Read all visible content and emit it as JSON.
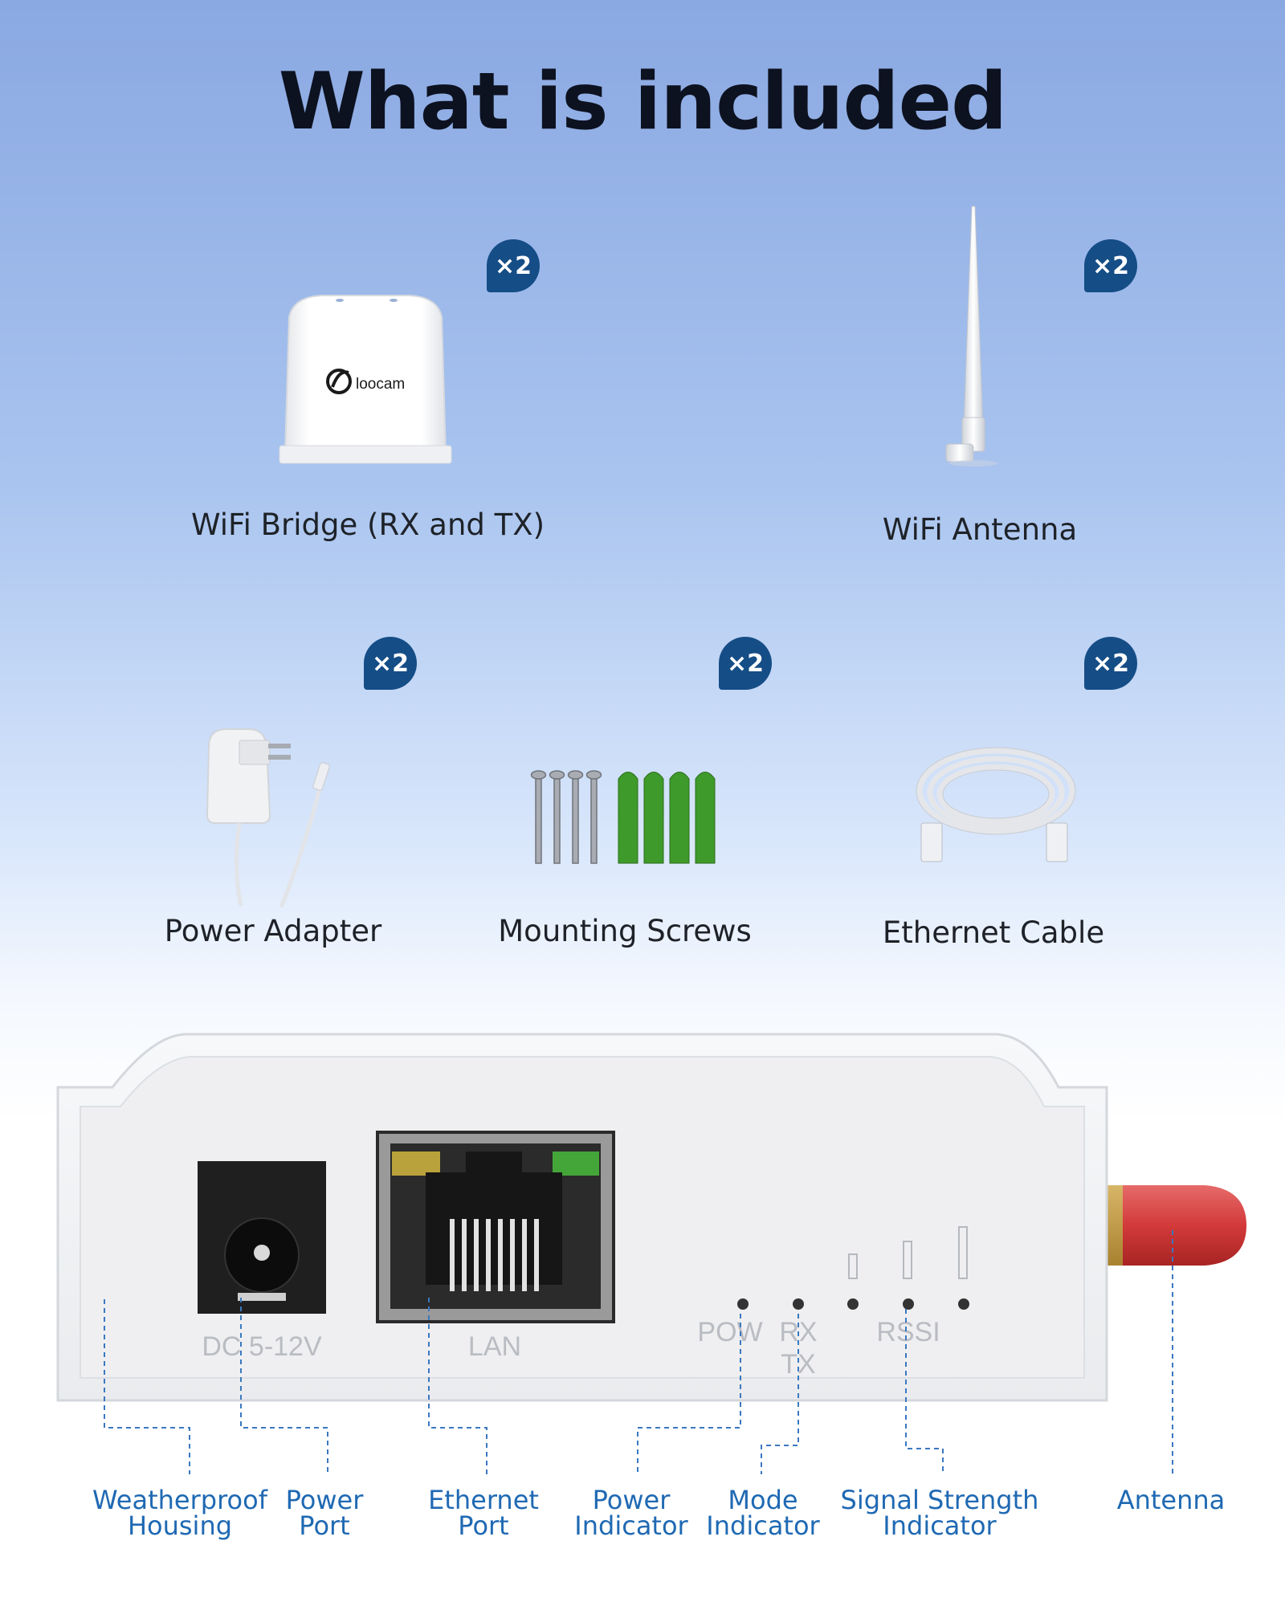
{
  "title": "What is included",
  "items": [
    {
      "label": "WiFi Bridge (RX and TX)",
      "qty": "×2"
    },
    {
      "label": "WiFi Antenna",
      "qty": "×2"
    },
    {
      "label": "Power Adapter",
      "qty": "×2"
    },
    {
      "label": "Mounting Screws",
      "qty": "×2"
    },
    {
      "label": "Ethernet Cable",
      "qty": "×2"
    }
  ],
  "brand": "loocam",
  "device_labels": {
    "dc": "DC 5-12V",
    "lan": "LAN",
    "pow": "POW",
    "rx": "RX",
    "tx": "TX",
    "rssi": "RSSI"
  },
  "callouts": [
    {
      "line1": "Weatherproof",
      "line2": "Housing"
    },
    {
      "line1": "Power",
      "line2": "Port"
    },
    {
      "line1": "Ethernet",
      "line2": "Port"
    },
    {
      "line1": "Power",
      "line2": "Indicator"
    },
    {
      "line1": "Mode",
      "line2": "Indicator"
    },
    {
      "line1": "Signal Strength",
      "line2": "Indicator"
    },
    {
      "line1": "Antenna",
      "line2": ""
    }
  ],
  "colors": {
    "badge": "#154d86",
    "callout": "#1f69b3",
    "title": "#0d1220"
  }
}
